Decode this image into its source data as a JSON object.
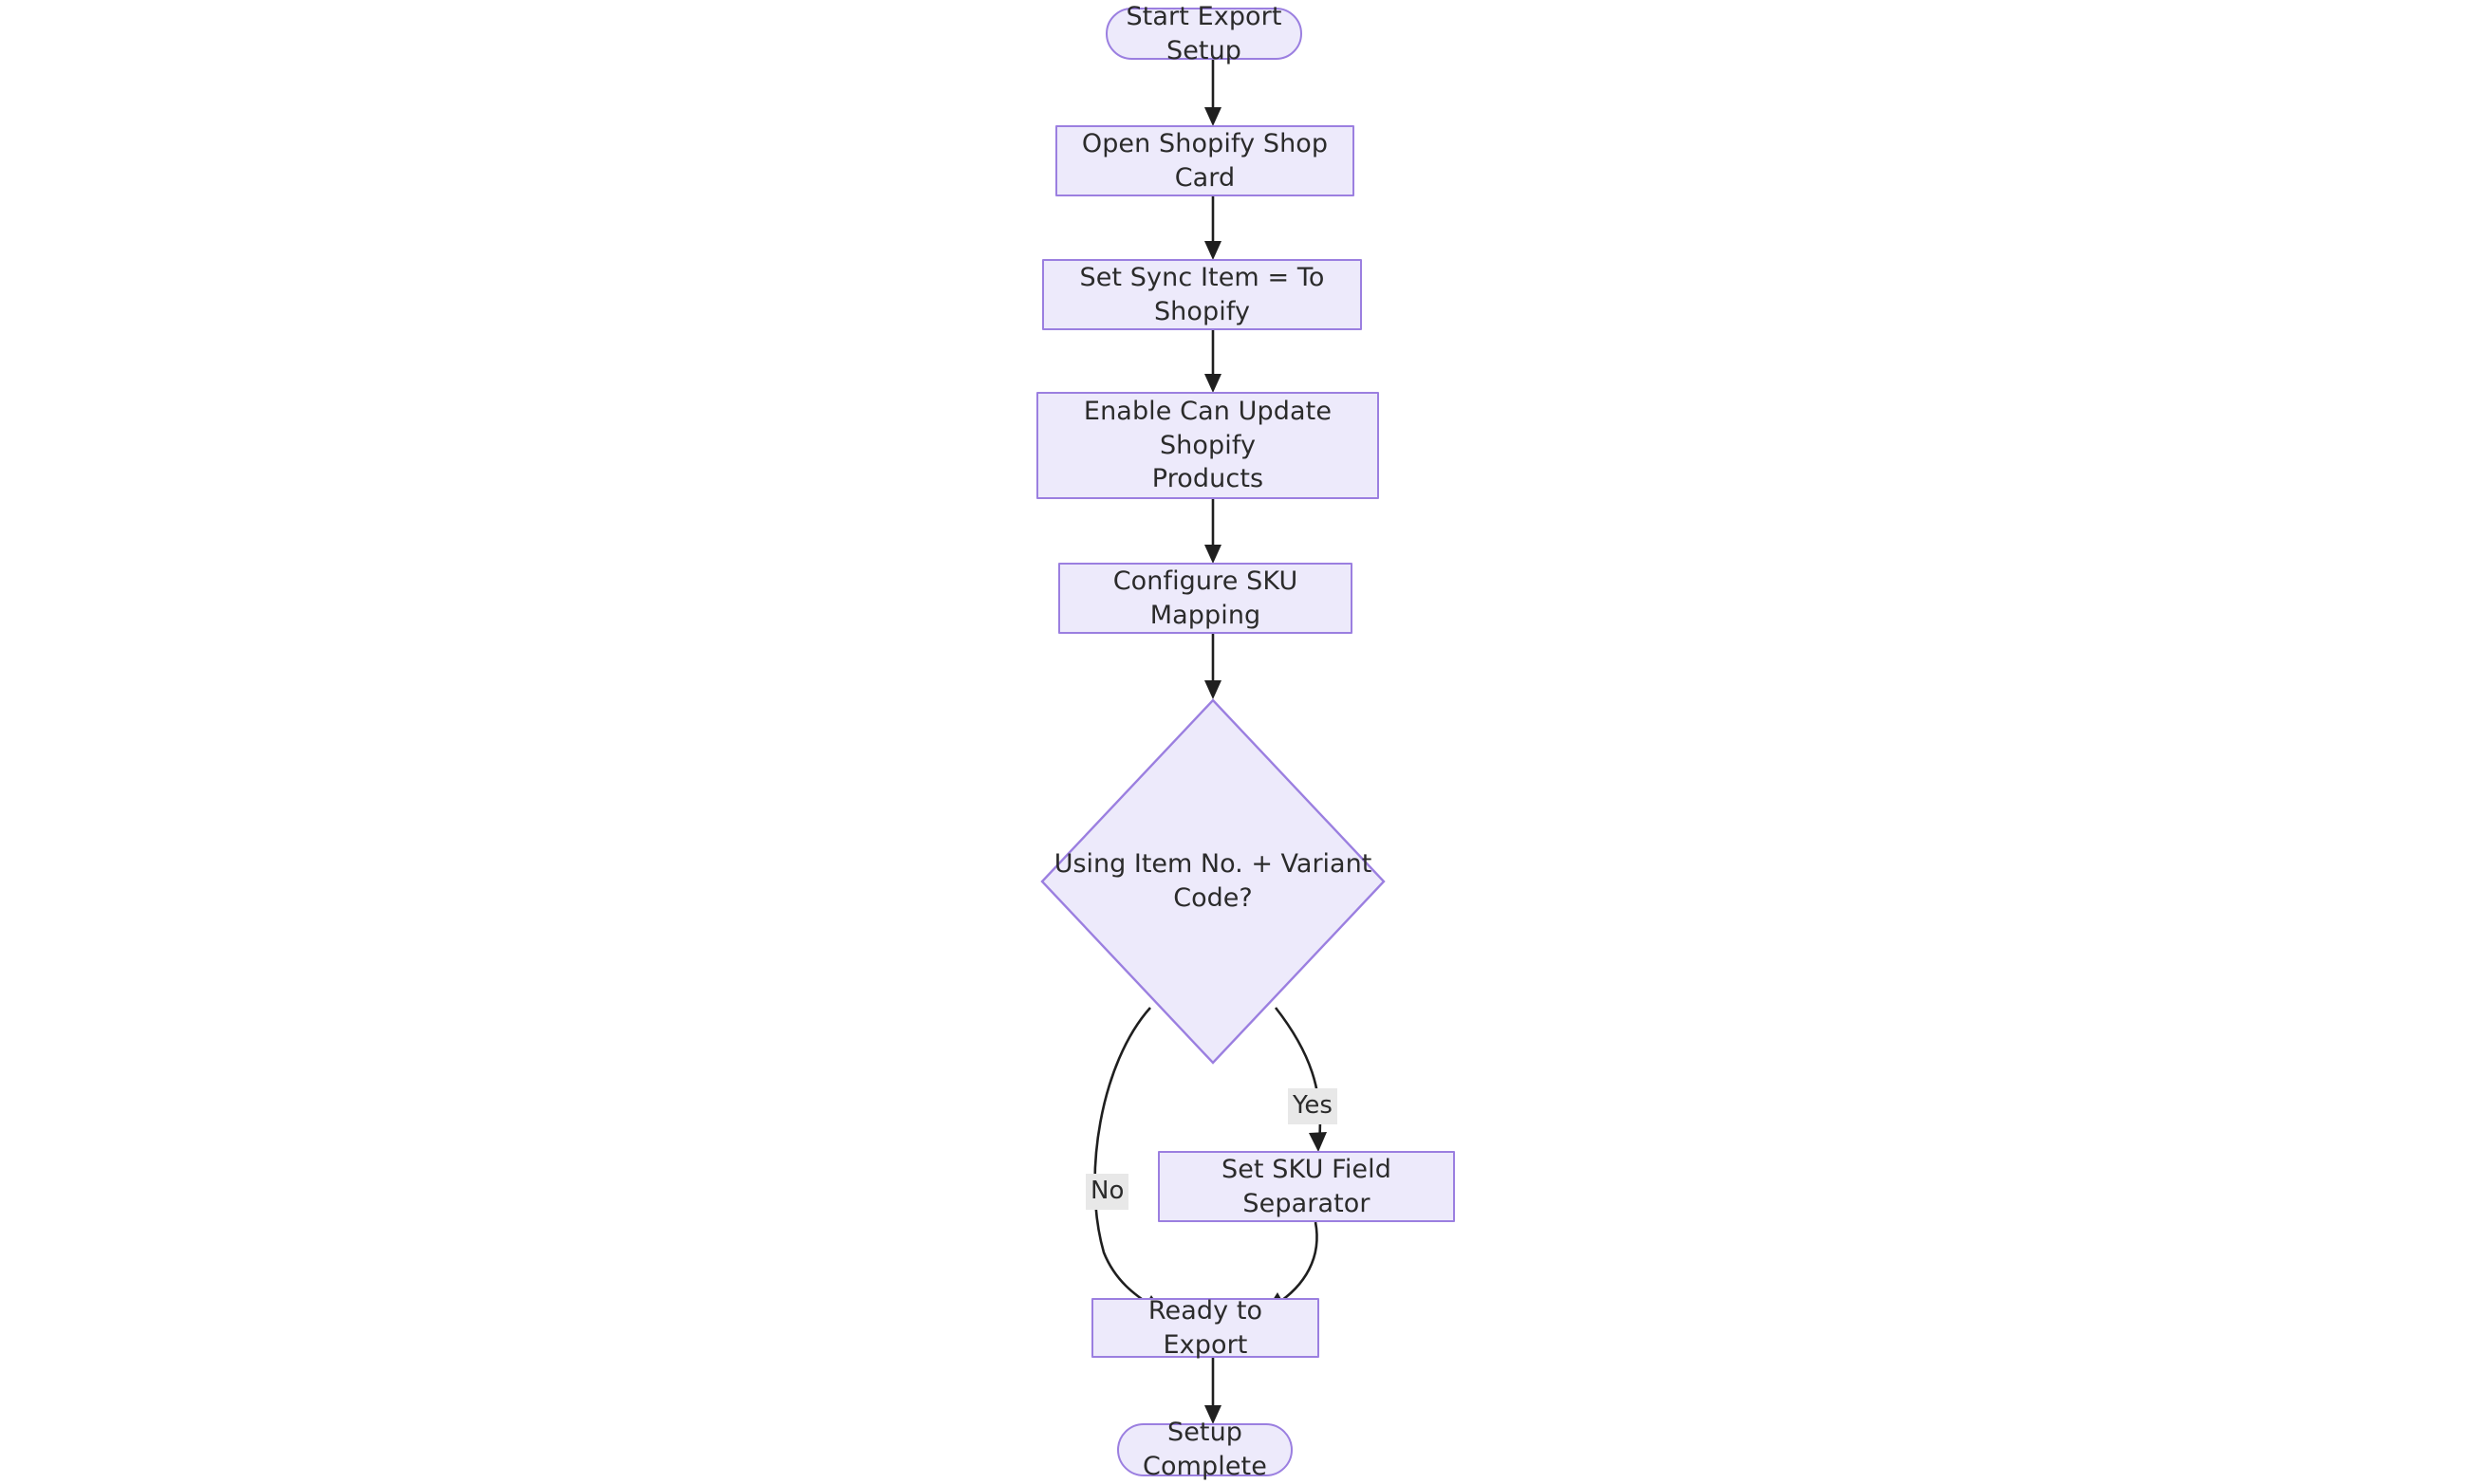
{
  "diagram": {
    "type": "flowchart",
    "direction": "top-to-bottom",
    "background_color": "#FFFFFF",
    "node_fill_color": "#EDEAFB",
    "node_border_color": "#9B7FE0",
    "node_text_color": "#2B2B2B",
    "edge_color": "#1F1F1F",
    "edge_label_background_color": "#E8E8E8"
  },
  "nodes": [
    {
      "id": "start",
      "shape": "stadium",
      "label": "Start Export Setup"
    },
    {
      "id": "open_card",
      "shape": "rectangle",
      "label": "Open Shopify Shop Card"
    },
    {
      "id": "sync_item",
      "shape": "rectangle",
      "label": "Set Sync Item = To Shopify"
    },
    {
      "id": "can_update",
      "shape": "rectangle",
      "label": "Enable Can Update Shopify\nProducts"
    },
    {
      "id": "sku_mapping",
      "shape": "rectangle",
      "label": "Configure SKU Mapping"
    },
    {
      "id": "decision",
      "shape": "diamond",
      "label": "Using Item No. + Variant\nCode?"
    },
    {
      "id": "separator",
      "shape": "rectangle",
      "label": "Set SKU Field Separator"
    },
    {
      "id": "ready",
      "shape": "rectangle",
      "label": "Ready to Export"
    },
    {
      "id": "complete",
      "shape": "stadium",
      "label": "Setup Complete"
    }
  ],
  "edges": [
    {
      "from": "start",
      "to": "open_card",
      "label": ""
    },
    {
      "from": "open_card",
      "to": "sync_item",
      "label": ""
    },
    {
      "from": "sync_item",
      "to": "can_update",
      "label": ""
    },
    {
      "from": "can_update",
      "to": "sku_mapping",
      "label": ""
    },
    {
      "from": "sku_mapping",
      "to": "decision",
      "label": ""
    },
    {
      "from": "decision",
      "to": "separator",
      "label": "Yes"
    },
    {
      "from": "decision",
      "to": "ready",
      "label": "No"
    },
    {
      "from": "separator",
      "to": "ready",
      "label": ""
    },
    {
      "from": "ready",
      "to": "complete",
      "label": ""
    }
  ],
  "edge_labels": {
    "yes": "Yes",
    "no": "No"
  }
}
